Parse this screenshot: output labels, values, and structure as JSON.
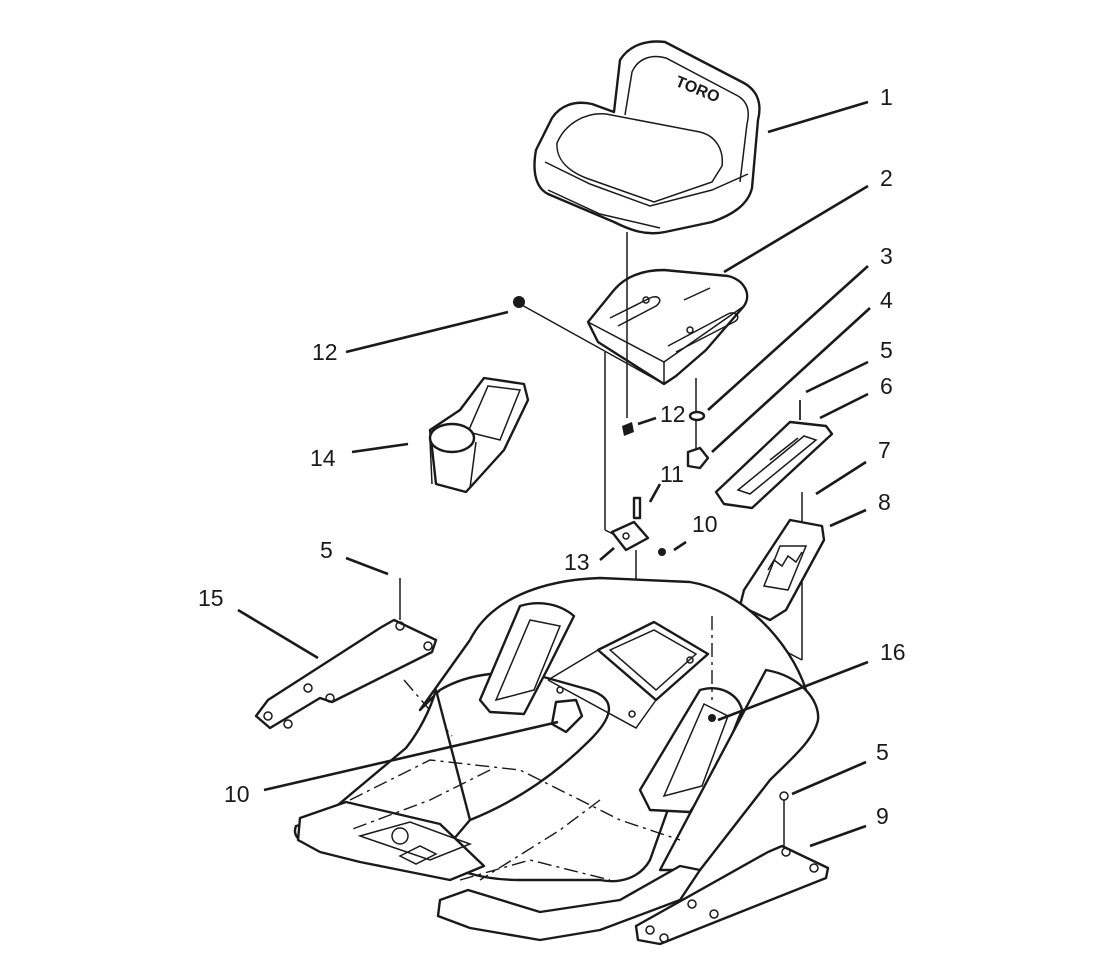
{
  "diagram": {
    "seat_logo": "TORO",
    "callouts": [
      "1",
      "2",
      "3",
      "4",
      "5",
      "6",
      "7",
      "8",
      "12",
      "14",
      "11",
      "10",
      "13",
      "5",
      "15",
      "16",
      "10",
      "5",
      "9"
    ]
  }
}
